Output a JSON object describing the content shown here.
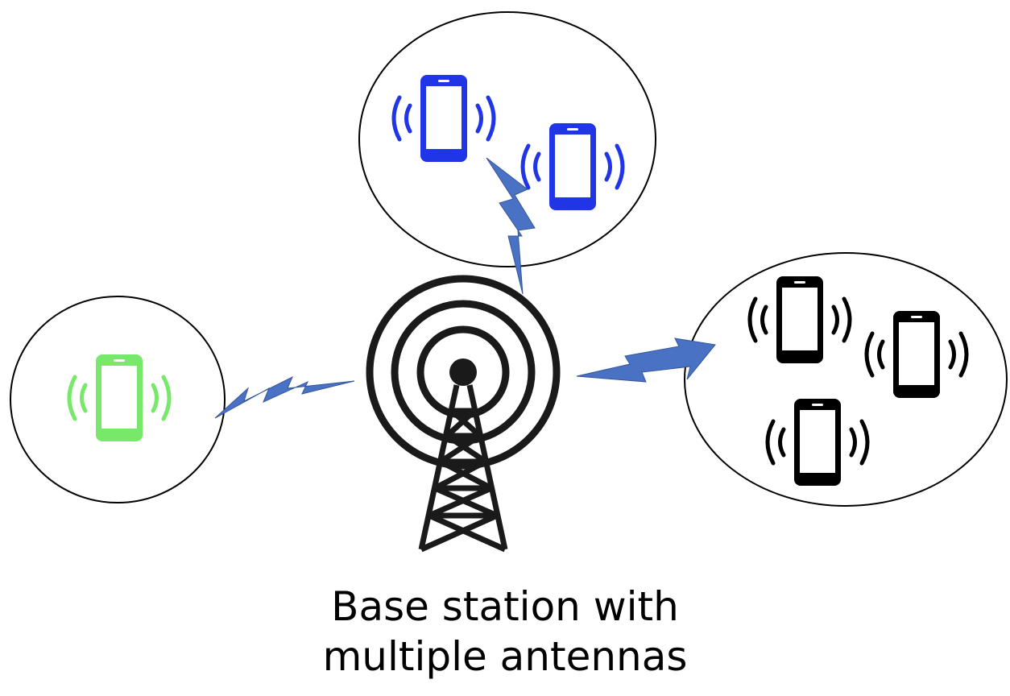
{
  "caption": {
    "line1": "Base station with",
    "line2": "multiple antennas"
  },
  "colors": {
    "group_left": "#78e86a",
    "group_top": "#1f35e6",
    "group_right": "#000000",
    "link": "#4a72c4",
    "tower": "#1a1a1a"
  },
  "icons": {
    "phone": "smartphone-vibrating-icon",
    "tower": "antenna-tower-icon",
    "link": "lightning-link-icon"
  },
  "groups": [
    {
      "name": "left-cluster",
      "phone_count": 1,
      "color": "#78e86a"
    },
    {
      "name": "top-cluster",
      "phone_count": 2,
      "color": "#1f35e6"
    },
    {
      "name": "right-cluster",
      "phone_count": 3,
      "color": "#000000"
    }
  ]
}
